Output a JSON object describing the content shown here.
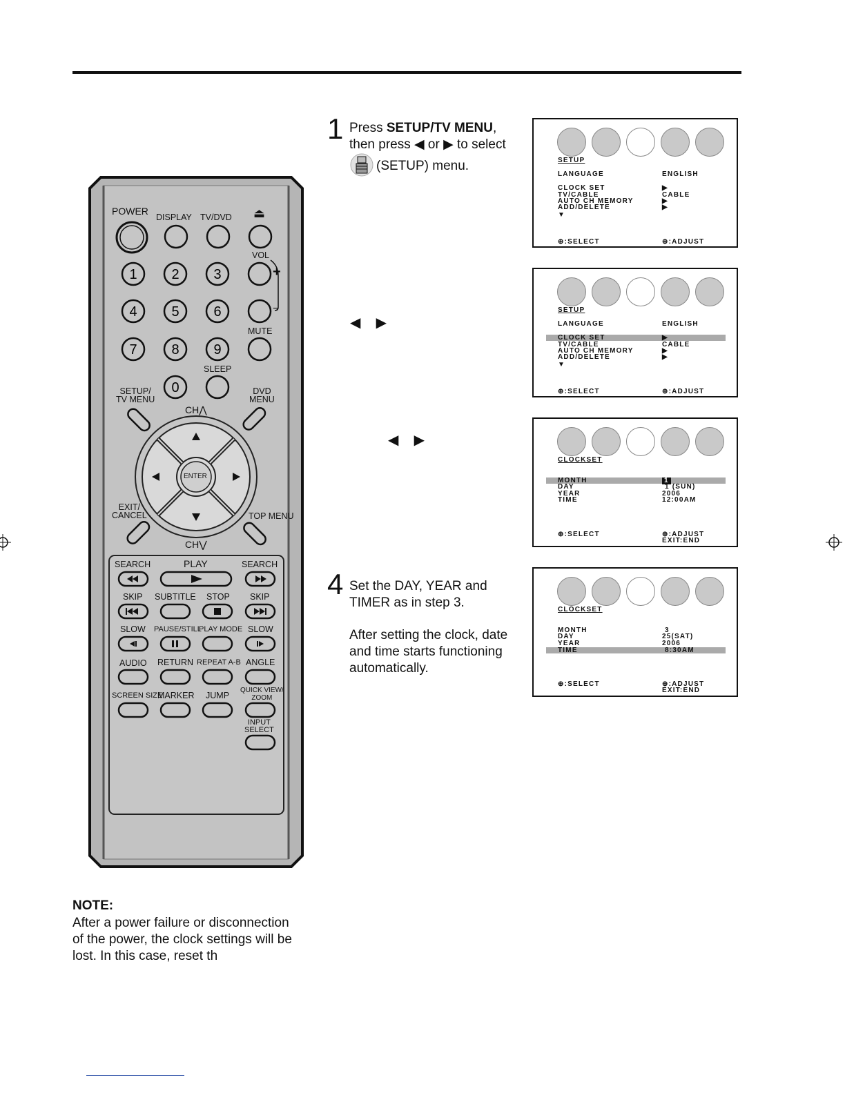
{
  "steps": [
    {
      "num": "1",
      "prefix": "Press ",
      "bold": "SETUP/TV MENU",
      "suffix": ",",
      "line2a": "then press ",
      "line2b": " or ",
      "line2c": " to select",
      "line3": "(SETUP) menu."
    },
    {
      "num": "4",
      "line1": "Set the DAY, YEAR and",
      "line2": "TIMER as in step 3.",
      "para1": "After setting the clock, date",
      "para2": "and time starts functioning",
      "para3": "automatically."
    }
  ],
  "arrows": {
    "left": "◀",
    "right": "▶"
  },
  "screens": [
    {
      "title": "SETUP",
      "rows": [
        {
          "label": "LANGUAGE",
          "value": "ENGLISH"
        },
        {
          "label": "CLOCK SET",
          "value": "▶"
        },
        {
          "label": "TV/CABLE",
          "value": "CABLE"
        },
        {
          "label": "AUTO CH MEMORY",
          "value": "▶"
        },
        {
          "label": "ADD/DELETE",
          "value": "▶"
        }
      ],
      "more": "▼",
      "select": "⊕:SELECT",
      "adjust": "⊕:ADJUST"
    },
    {
      "title": "SETUP",
      "rows": [
        {
          "label": "LANGUAGE",
          "value": "ENGLISH"
        },
        {
          "label": "CLOCK SET",
          "value": "▶"
        },
        {
          "label": "TV/CABLE",
          "value": "CABLE"
        },
        {
          "label": "AUTO CH MEMORY",
          "value": "▶"
        },
        {
          "label": "ADD/DELETE",
          "value": "▶"
        }
      ],
      "more": "▼",
      "select": "⊕:SELECT",
      "adjust": "⊕:ADJUST"
    },
    {
      "title": "CLOCKSET",
      "rows": [
        {
          "label": "MONTH",
          "value": "1"
        },
        {
          "label": "DAY",
          "value": "1 (SUN)"
        },
        {
          "label": "YEAR",
          "value": "2006"
        },
        {
          "label": "TIME",
          "value": "12:00AM"
        }
      ],
      "select": "⊕:SELECT",
      "adjust": "⊕:ADJUST",
      "exit": "EXIT:END"
    },
    {
      "title": "CLOCKSET",
      "rows": [
        {
          "label": "MONTH",
          "value": "3"
        },
        {
          "label": "DAY",
          "value": "25(SAT)"
        },
        {
          "label": "YEAR",
          "value": "2006"
        },
        {
          "label": "TIME",
          "value": "8:30AM"
        }
      ],
      "select": "⊕:SELECT",
      "adjust": "⊕:ADJUST",
      "exit": "EXIT:END"
    }
  ],
  "note": {
    "title": "NOTE:",
    "lines": [
      "After a power failure or disconnection",
      "of the power, the clock settings will be",
      "lost. In this case, reset th"
    ]
  },
  "remote": {
    "power": "POWER",
    "display": "DISPLAY",
    "tvdvd": "TV/DVD",
    "eject": "⏏",
    "vol": "VOL",
    "mute": "MUTE",
    "sleep": "SLEEP",
    "digits": [
      "1",
      "2",
      "3",
      "4",
      "5",
      "6",
      "7",
      "8",
      "9",
      "0"
    ],
    "setup_line1": "SETUP/",
    "setup_line2": "TV MENU",
    "dvd_line1": "DVD",
    "dvd_line2": "MENU",
    "ch_up": "CH⋀",
    "ch_down": "CH⋁",
    "enter": "ENTER",
    "exit_line1": "EXIT/",
    "exit_line2": "CANCEL",
    "top_menu": "TOP MENU",
    "search": "SEARCH",
    "play": "PLAY",
    "skip": "SKIP",
    "subtitle": "SUBTITLE",
    "stop": "STOP",
    "slow": "SLOW",
    "pause": "PAUSE/STILL",
    "play_mode": "PLAY MODE",
    "audio": "AUDIO",
    "return": "RETURN",
    "repeat": "REPEAT A-B",
    "angle": "ANGLE",
    "screen_size": "SCREEN SIZE",
    "marker": "MARKER",
    "jump": "JUMP",
    "quick_line1": "QUICK VIEW/",
    "quick_line2": "ZOOM",
    "input_line1": "INPUT",
    "input_line2": "SELECT",
    "plus": "+",
    "minus": "−"
  }
}
